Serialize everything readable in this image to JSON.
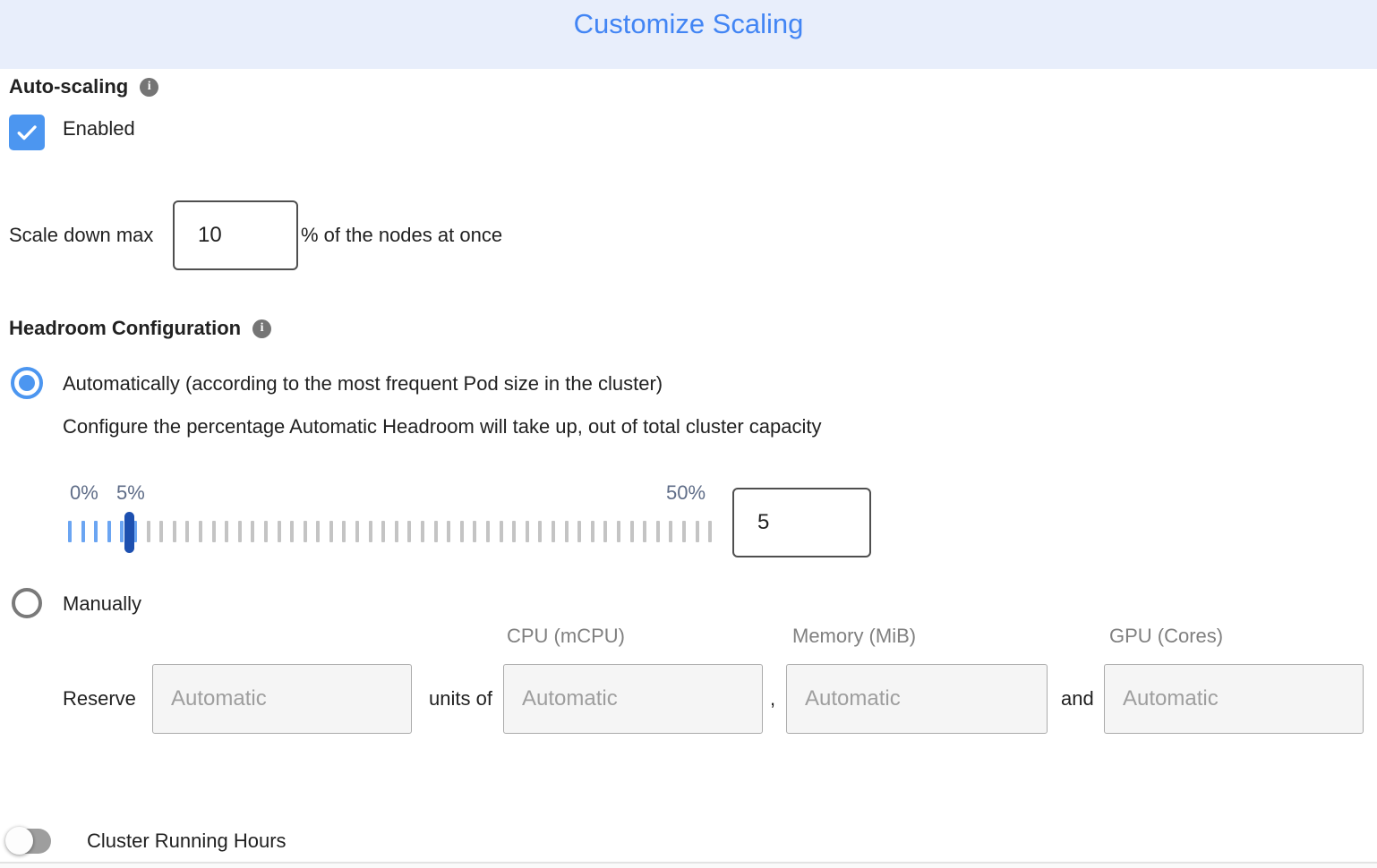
{
  "header": {
    "title": "Customize Scaling"
  },
  "auto_scaling": {
    "label": "Auto-scaling",
    "checkbox_checked": true,
    "enabled_label": "Enabled"
  },
  "scale_down": {
    "label": "Scale down max",
    "value": "10",
    "suffix": "% of the nodes at once"
  },
  "headroom": {
    "label": "Headroom Configuration",
    "automatic": {
      "selected": true,
      "label": "Automatically (according to the most frequent Pod size in the cluster)",
      "description": "Configure the percentage Automatic Headroom will take up, out of total cluster capacity"
    },
    "slider": {
      "min_label": "0%",
      "current_label": "5%",
      "max_label": "50%",
      "value": "5",
      "tick_count": 50,
      "active_tick_count": 6
    },
    "manual": {
      "selected": false,
      "label": "Manually"
    }
  },
  "manual_reserve": {
    "column_headers": {
      "cpu": "CPU (mCPU)",
      "memory": "Memory (MiB)",
      "gpu": "GPU (Cores)"
    },
    "reserve_label": "Reserve",
    "units_of_label": "units of",
    "comma_separator": ",",
    "and_label": "and",
    "inputs": {
      "count_placeholder": "Automatic",
      "cpu_placeholder": "Automatic",
      "memory_placeholder": "Automatic",
      "gpu_placeholder": "Automatic"
    }
  },
  "cluster_running_hours": {
    "label": "Cluster Running Hours",
    "toggle_on": false
  },
  "colors": {
    "accent_blue": "#4285F4",
    "header_bg": "#E8EEFB",
    "checkbox_blue": "#4C96F0",
    "tick_blue": "#6BA5F2",
    "tick_gray": "#C4C4C4",
    "handle_blue": "#1D50B0",
    "slider_label": "#5F6D88"
  }
}
